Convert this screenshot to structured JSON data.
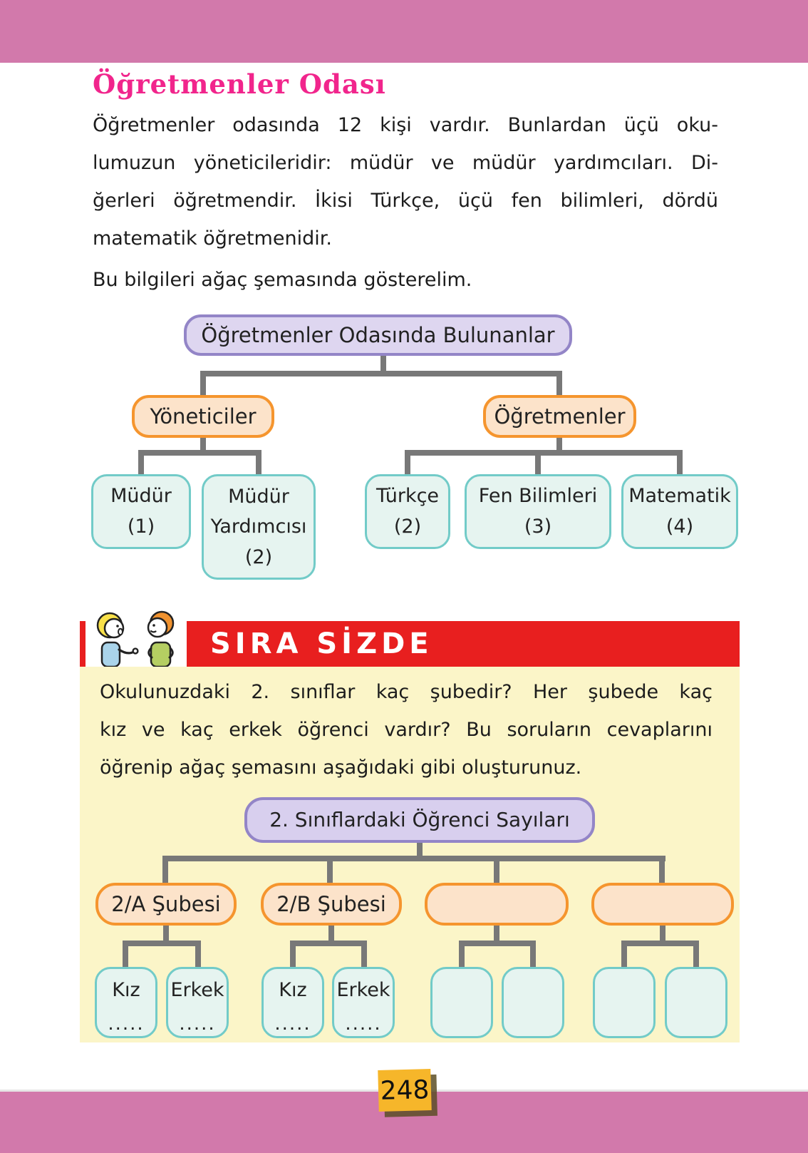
{
  "colors": {
    "pink_bar": "#d279ab",
    "title_pink": "#f1258c",
    "text_black": "#1c1c1c",
    "red_banner": "#e81f1f",
    "yellow_panel": "#fbf5c8",
    "purple_border": "#9385c7",
    "purple_fill": "#ded6f0",
    "purple_fill2": "#d8cfee",
    "orange_border": "#f5952e",
    "orange_fill": "#fce3ca",
    "teal_border": "#72cbc8",
    "teal_fill": "#e6f4f0",
    "connector": "#787878",
    "tag_yellow": "#f6b62a"
  },
  "header": {
    "title": "Öğretmenler Odası"
  },
  "intro": {
    "lines": [
      "Öğretmenler odasında 12 kişi vardır. Bunlardan üçü oku-",
      "lumuzun yöneticileridir: müdür ve müdür yardımcıları. Di-",
      "ğerleri öğretmendir. İkisi Türkçe, üçü fen bilimleri, dördü",
      "matematik öğretmenidir."
    ],
    "lead": "Bu bilgileri ağaç şemasında gösterelim."
  },
  "tree1": {
    "root": "Öğretmenler Odasında Bulunanlar",
    "managers": "Yöneticiler",
    "teachers": "Öğretmenler",
    "leaves": {
      "mudur": [
        "Müdür",
        "(1)"
      ],
      "yardimci": [
        "Müdür",
        "Yardımcısı",
        "(2)"
      ],
      "turkce": [
        "Türkçe",
        "(2)"
      ],
      "fen": [
        "Fen Bilimleri",
        "(3)"
      ],
      "matematik": [
        "Matematik",
        "(4)"
      ]
    }
  },
  "sira_sizde": {
    "title": "SIRA SİZDE",
    "lines": [
      "Okulunuzdaki 2. sınıflar kaç şubedir? Her şubede kaç",
      "kız ve kaç erkek öğrenci vardır? Bu soruların cevaplarını",
      "öğrenip ağaç şemasını aşağıdaki gibi oluşturunuz."
    ],
    "tree": {
      "root": "2. Sınıflardaki Öğrenci Sayıları",
      "branch_a": "2/A Şubesi",
      "branch_b": "2/B Şubesi",
      "branch_c": "",
      "branch_d": "",
      "girl": "Kız",
      "boy": "Erkek",
      "dots": ".....",
      "empty": ""
    }
  },
  "footer": {
    "page_number": "248"
  }
}
